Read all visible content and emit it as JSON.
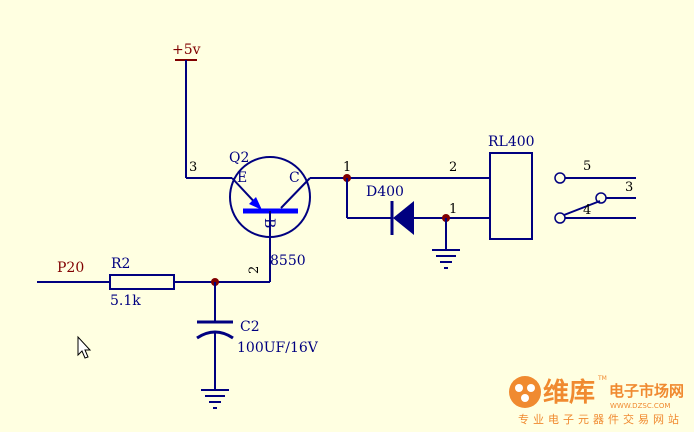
{
  "power": {
    "label": "+5v"
  },
  "input": {
    "label": "P20"
  },
  "resistor": {
    "ref": "R2",
    "value": "5.1k"
  },
  "capacitor": {
    "ref": "C2",
    "value": "100UF/16V"
  },
  "transistor": {
    "ref": "Q2",
    "part": "8550",
    "emitter_label": "E",
    "collector_label": "C",
    "base_label": "B",
    "pin_emitter": "3",
    "pin_base": "2",
    "pin_collector": "1"
  },
  "diode": {
    "ref": "D400",
    "pin_anode": "1"
  },
  "relay": {
    "ref": "RL400",
    "coil_pin": "2"
  },
  "switch": {
    "pin_a": "5",
    "pin_b": "3",
    "pin_c": "4"
  },
  "watermark": {
    "name": "维库",
    "tagline": "电子市场网",
    "url": "WWW.DZSC.COM",
    "slogan": "专业电子元器件交易网站",
    "tm": "TM"
  },
  "colors": {
    "wire": "#000080",
    "label": "#000080",
    "ref_label": "#800000",
    "junction": "#800000",
    "background": "#FFFFE1",
    "watermark": "#F08A30"
  }
}
